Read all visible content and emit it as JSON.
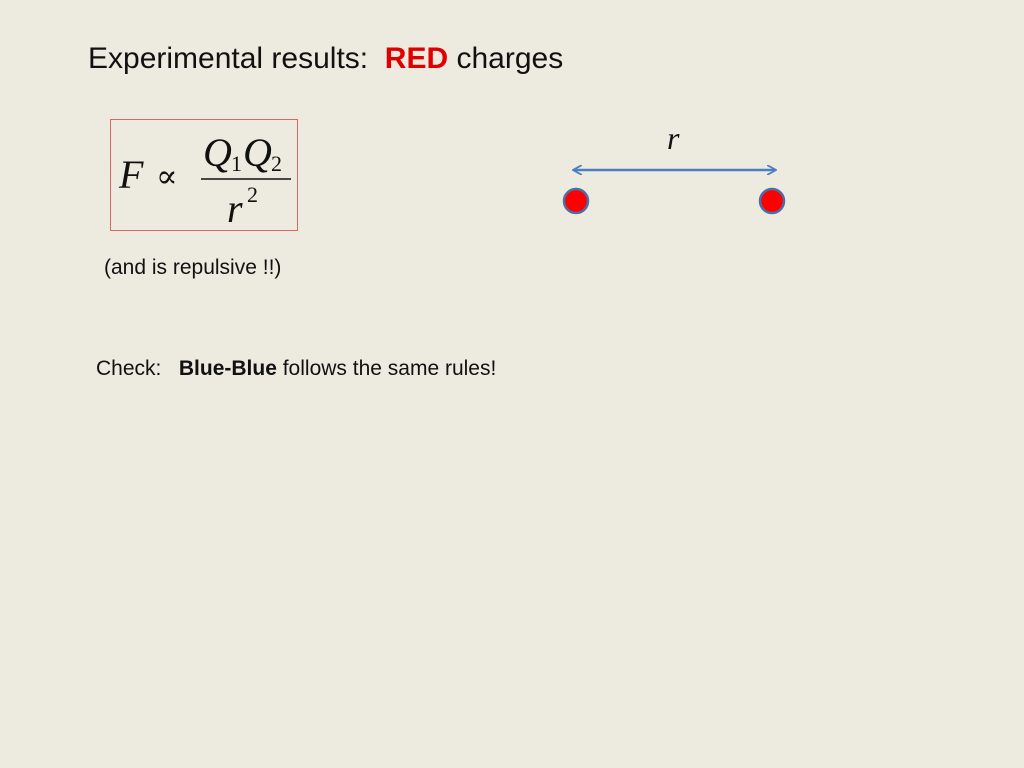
{
  "slide": {
    "title_prefix": "Experimental results:  ",
    "title_highlight": "RED",
    "title_suffix": " charges",
    "highlight_color": "#e10000",
    "background": "#edeae0"
  },
  "formula": {
    "lhs": "F",
    "relation": "∝",
    "numerator_q1": "Q",
    "numerator_sub1": "1",
    "numerator_q2": "Q",
    "numerator_sub2": "2",
    "denominator": "r",
    "denominator_exp": "2",
    "box_color": "#e06666"
  },
  "note": "(and is repulsive !!)",
  "check": {
    "prefix": "Check:   ",
    "bold": "Blue-Blue",
    "suffix": " follows the same rules!"
  },
  "diagram": {
    "distance_label": "r",
    "arrow_color": "#4a7fc1",
    "charge_fill": "#ff0000",
    "charge_stroke": "#4a6fa5"
  }
}
